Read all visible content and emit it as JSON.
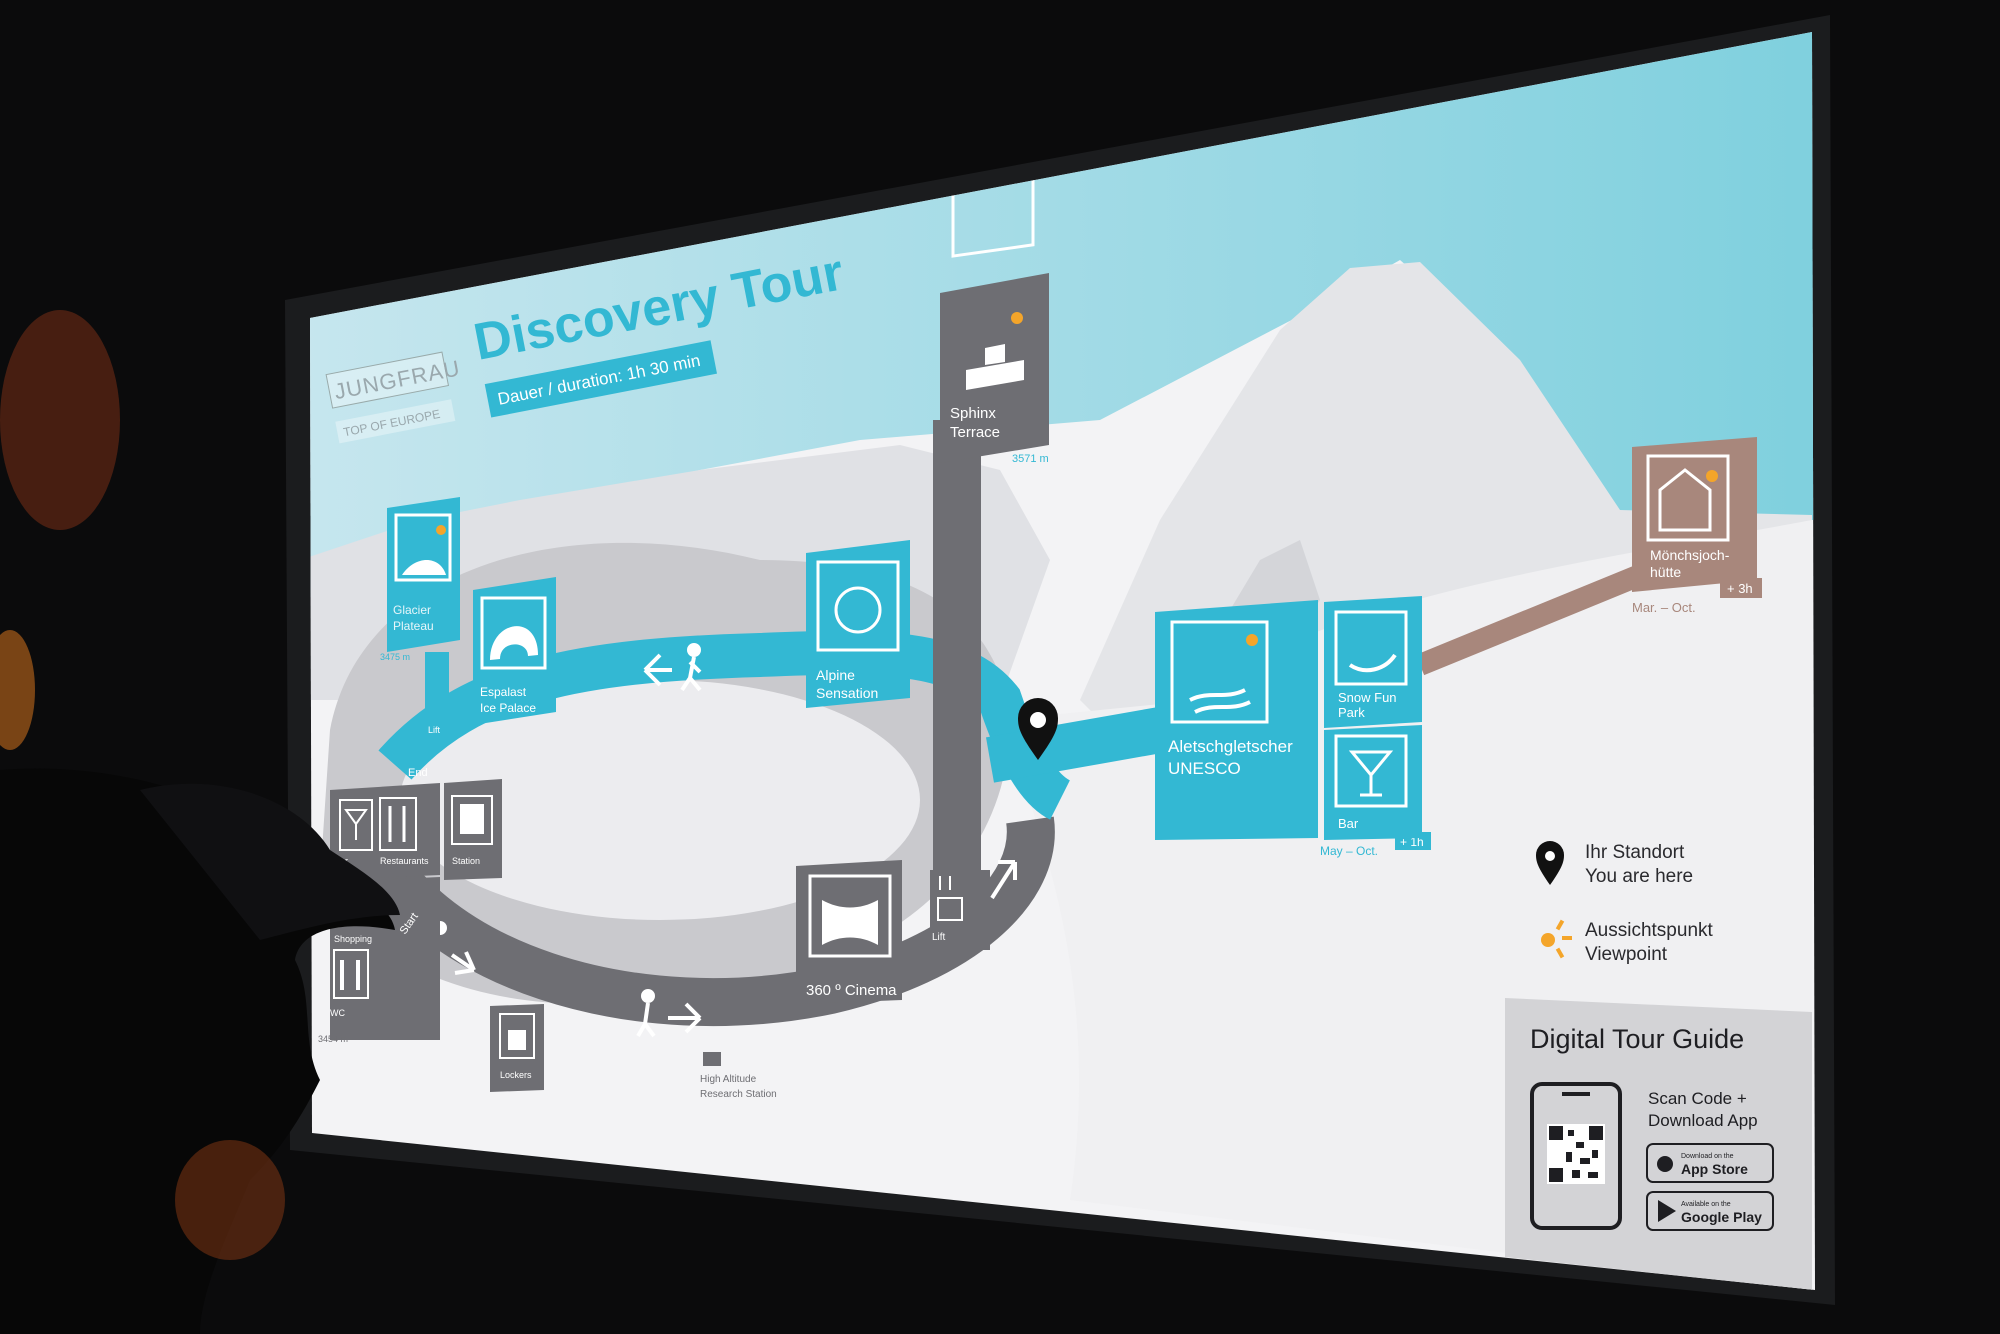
{
  "brand": {
    "name": "JUNGFRAU",
    "tagline": "TOP OF EUROPE"
  },
  "title": "Discovery Tour",
  "duration": "Dauer / duration: 1h 30 min",
  "route": {
    "end_label": "End",
    "start_label": "Start"
  },
  "stations": {
    "sphinx": {
      "line1": "Sphinx",
      "line2": "Terrace",
      "altitude": "3571 m"
    },
    "glacier": {
      "line1": "Glacier",
      "line2": "Plateau",
      "altitude": "3475 m"
    },
    "espalast": {
      "line1": "Espalast",
      "line2": "Ice Palace"
    },
    "alpine": {
      "line1": "Alpine",
      "line2": "Sensation"
    },
    "aletsch": {
      "line1": "Aletschgletscher",
      "line2": "UNESCO",
      "season": "May – Oct.",
      "extra": "+ 1h"
    },
    "snowfun": {
      "line1": "Snow Fun",
      "line2": "Park"
    },
    "bar2": {
      "line1": "Bar"
    },
    "moench": {
      "line1": "Mönchsjoch-",
      "line2": "hütte",
      "season": "Mar. – Oct.",
      "extra": "+ 3h"
    },
    "cinema": {
      "line1": "360 º Cinema"
    },
    "bar": {
      "line1": "Bar"
    },
    "restaurants": {
      "line1": "Restaurants"
    },
    "station": {
      "line1": "Station"
    },
    "shopping": {
      "line1": "Shopping"
    },
    "wc": {
      "line1": "WC"
    },
    "lockers": {
      "line1": "Lockers"
    },
    "research": {
      "line1": "High Altitude",
      "line2": "Research Station"
    },
    "lift1": {
      "line1": "Lift"
    },
    "lift2": {
      "line1": "Lift"
    },
    "base_alt": {
      "line1": "3454 m"
    }
  },
  "legend": {
    "here_de": "Ihr Standort",
    "here_en": "You are here",
    "view_de": "Aussichtspunkt",
    "view_en": "Viewpoint"
  },
  "guide": {
    "title": "Digital Tour Guide",
    "scan1": "Scan Code +",
    "scan2": "Download App",
    "appstore_small": "Download on the",
    "appstore": "App Store",
    "gplay_small": "Available on the",
    "gplay": "Google Play"
  },
  "colors": {
    "teal": "#33b8d3",
    "gray": "#6e6e73",
    "brown": "#a8877c",
    "viewpoint": "#f4a52a"
  }
}
